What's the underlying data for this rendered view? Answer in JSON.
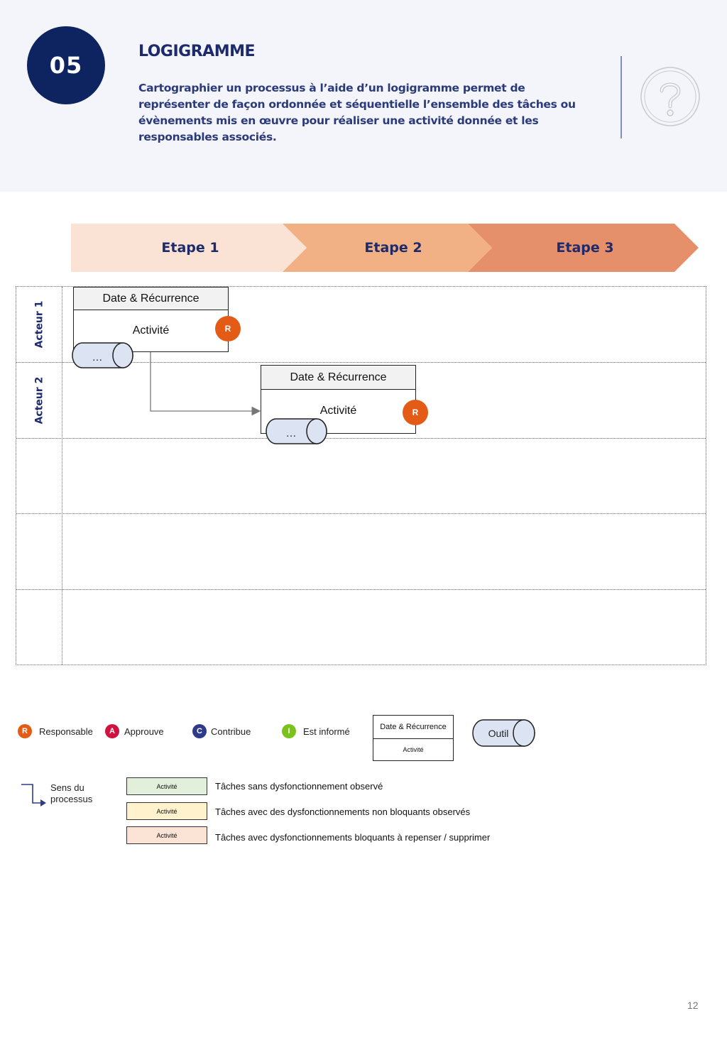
{
  "header": {
    "number": "05",
    "title": "LOGIGRAMME",
    "description": "Cartographier un processus à l’aide d’un logigramme permet de représenter de façon ordonnée et séquentielle l’ensemble des tâches ou évènements mis en œuvre pour réaliser une activité donnée et les responsables associés.",
    "icon": "question-mark-icon"
  },
  "steps": [
    {
      "label": "Etape 1",
      "color": "#fae3d4"
    },
    {
      "label": "Etape 2",
      "color": "#f2b184"
    },
    {
      "label": "Etape 3",
      "color": "#e58f6b"
    }
  ],
  "lanes": {
    "actors": [
      "Acteur 1",
      "Acteur 2",
      "",
      "",
      ""
    ]
  },
  "activities": [
    {
      "date": "Date & Récurrence",
      "name": "Activité",
      "role": "R",
      "tool": "…"
    },
    {
      "date": "Date & Récurrence",
      "name": "Activité",
      "role": "R",
      "tool": "…"
    }
  ],
  "legend": {
    "roles": [
      {
        "letter": "R",
        "label": "Responsable",
        "color": "#e35b14"
      },
      {
        "letter": "A",
        "label": "Approuve",
        "color": "#d1123f"
      },
      {
        "letter": "C",
        "label": "Contribue",
        "color": "#2e3a8a"
      },
      {
        "letter": "I",
        "label": "Est informé",
        "color": "#7cc21e"
      }
    ],
    "box": {
      "date": "Date & Récurrence",
      "activity": "Activité"
    },
    "tool": "Outil",
    "flow": "Sens du processus",
    "statuses": [
      {
        "box": "Activité",
        "text": "Tâches sans dysfonctionnement observé",
        "color": "#e2efda"
      },
      {
        "box": "Activité",
        "text": "Tâches avec des dysfonctionnements non bloquants observés",
        "color": "#fff2cc"
      },
      {
        "box": "Activité",
        "text": "Tâches avec dysfonctionnements bloquants à repenser / supprimer",
        "color": "#fbe4d5"
      }
    ]
  },
  "page_number": "12"
}
